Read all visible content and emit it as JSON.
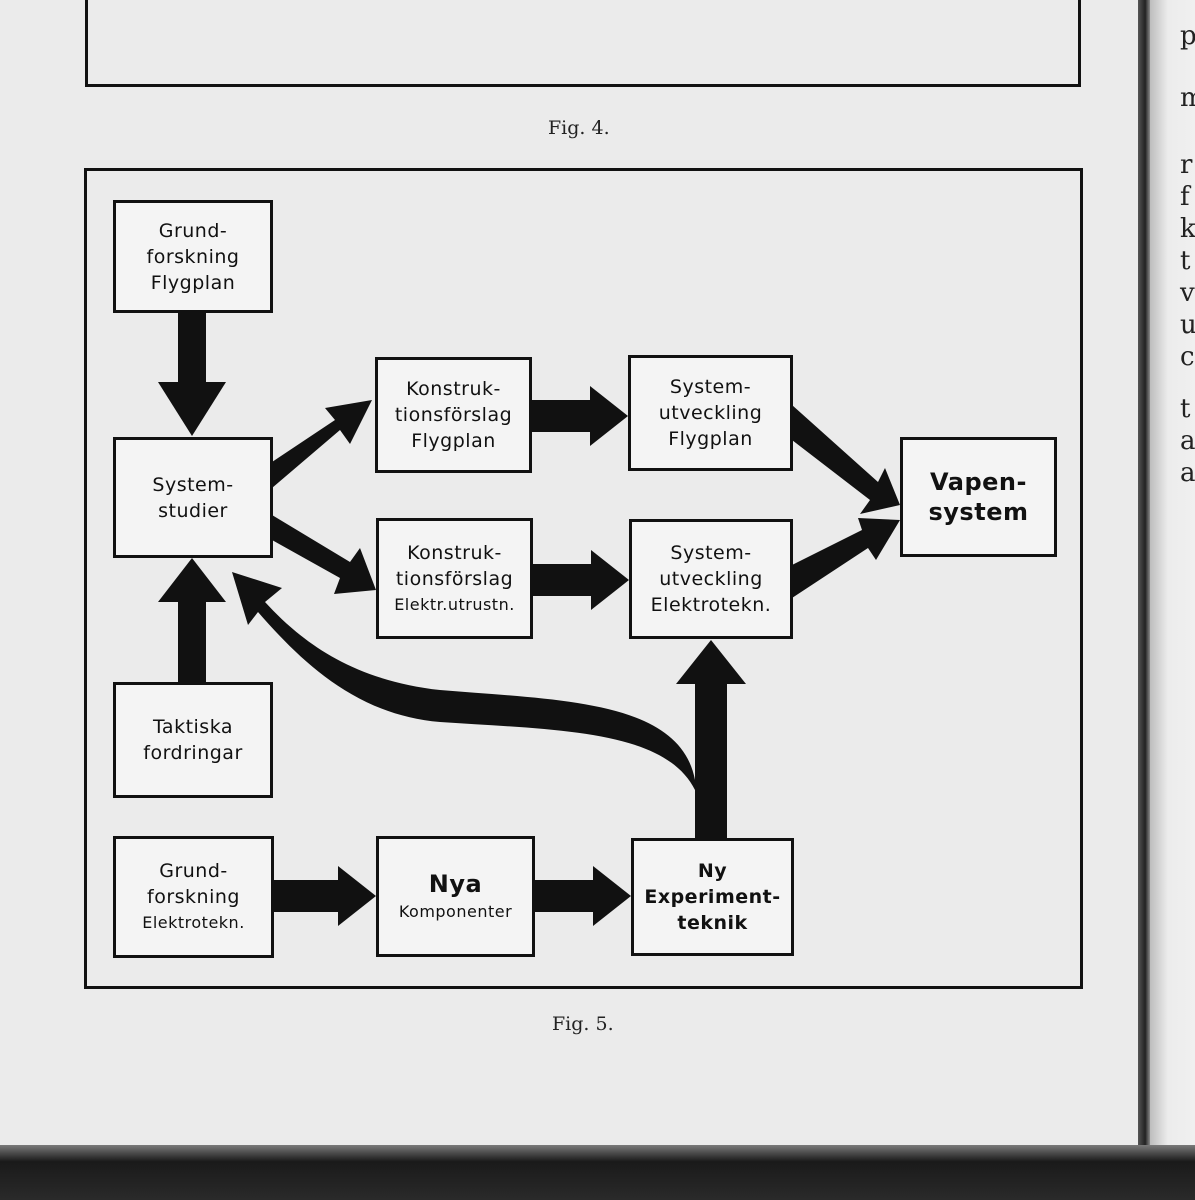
{
  "captions": {
    "fig4": "Fig. 4.",
    "fig5": "Fig. 5."
  },
  "boxes": {
    "grund_flyg": [
      "Grund-",
      "forskning",
      "Flygplan"
    ],
    "systemstudier": [
      "System-",
      "studier"
    ],
    "konstr_flyg": [
      "Konstruk-",
      "tionsförslag",
      "Flygplan"
    ],
    "sysutv_flyg": [
      "System-",
      "utveckling",
      "Flygplan"
    ],
    "vapensystem": [
      "Vapen-",
      "system"
    ],
    "konstr_elektr": [
      "Konstruk-",
      "tionsförslag",
      "Elektr.utrustn."
    ],
    "sysutv_elektr": [
      "System-",
      "utveckling",
      "Elektrotekn."
    ],
    "taktiska": [
      "Taktiska",
      "fordringar"
    ],
    "grund_elektr": [
      "Grund-",
      "forskning",
      "Elektrotekn."
    ],
    "nya_komp": [
      "Nya",
      "Komponenter"
    ],
    "ny_exp": [
      "Ny",
      "Experiment-",
      "teknik"
    ]
  },
  "right_page_fragments": [
    "p",
    "m",
    "r",
    "f",
    "k",
    "t",
    "v",
    "u",
    "c",
    "t",
    "a",
    "a"
  ],
  "colors": {
    "ink": "#111111",
    "paper": "#ebebeb"
  }
}
